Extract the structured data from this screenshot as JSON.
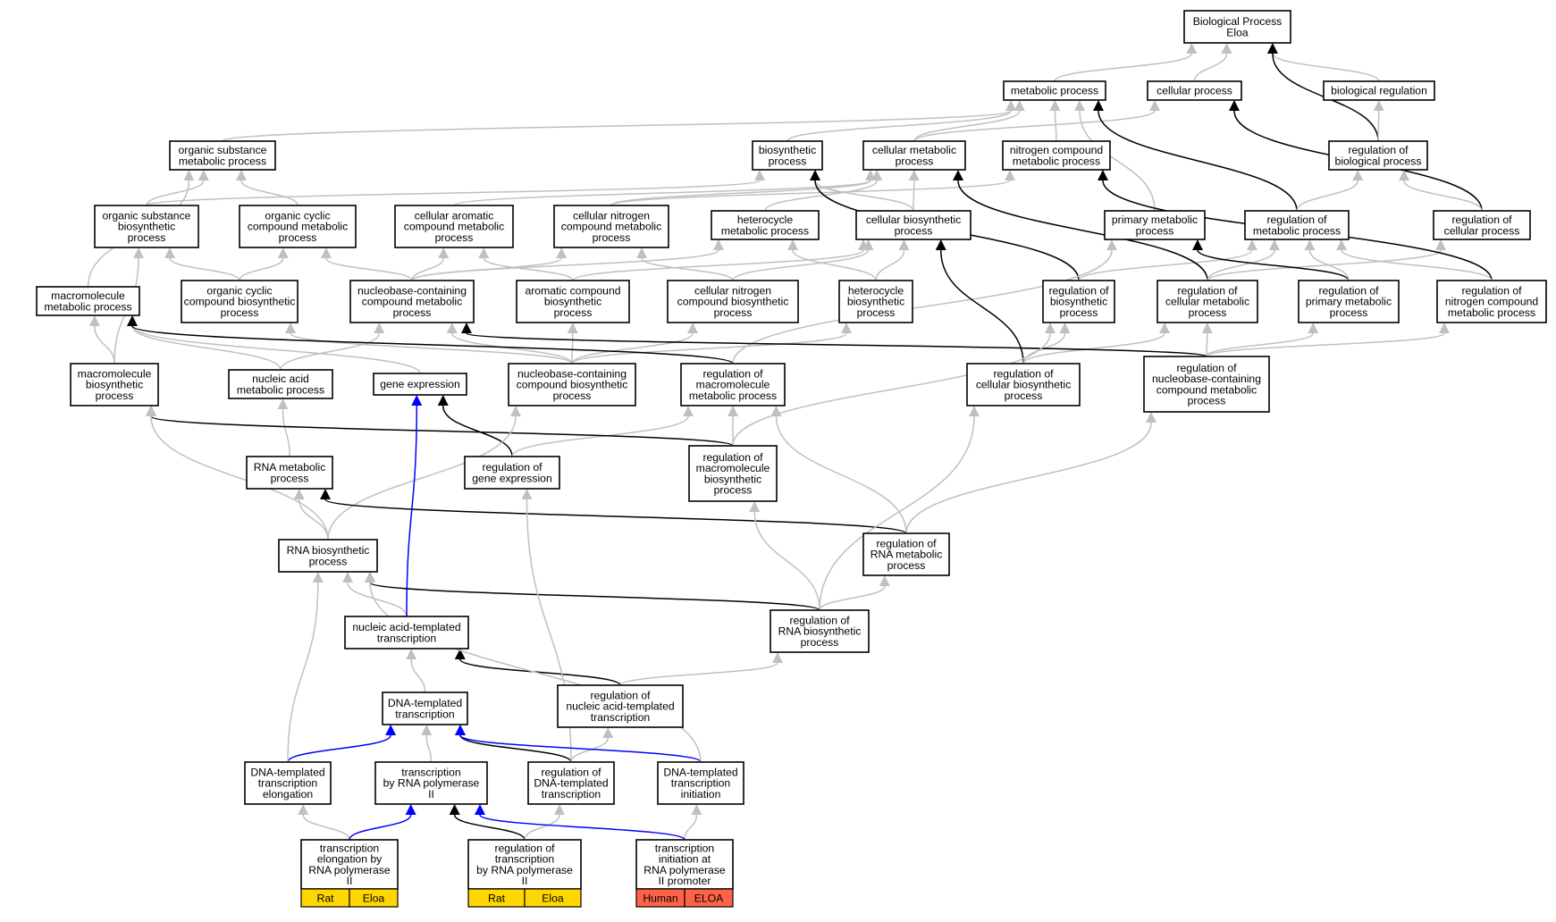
{
  "colors": {
    "gray_edge": "#c0c0c0",
    "black_edge": "#000000",
    "blue_edge": "#0000ff",
    "rat_tag": "#ffd700",
    "human_tag": "#ff6347",
    "node_border": "#000000",
    "node_fill": "#ffffff"
  },
  "nodes": [
    {
      "id": "bp",
      "lines": [
        "Biological Process",
        "Eloa"
      ]
    },
    {
      "id": "mp",
      "lines": [
        "metabolic process"
      ]
    },
    {
      "id": "cp",
      "lines": [
        "cellular process"
      ]
    },
    {
      "id": "br",
      "lines": [
        "biological regulation"
      ]
    },
    {
      "id": "osmp",
      "lines": [
        "organic substance",
        "metabolic process"
      ]
    },
    {
      "id": "bsp",
      "lines": [
        "biosynthetic",
        "process"
      ]
    },
    {
      "id": "cmp",
      "lines": [
        "cellular metabolic",
        "process"
      ]
    },
    {
      "id": "ncmp",
      "lines": [
        "nitrogen compound",
        "metabolic process"
      ]
    },
    {
      "id": "rbp",
      "lines": [
        "regulation of",
        "biological process"
      ]
    },
    {
      "id": "osbp",
      "lines": [
        "organic substance",
        "biosynthetic",
        "process"
      ]
    },
    {
      "id": "occmp",
      "lines": [
        "organic cyclic",
        "compound metabolic",
        "process"
      ]
    },
    {
      "id": "cacmp",
      "lines": [
        "cellular aromatic",
        "compound metabolic",
        "process"
      ]
    },
    {
      "id": "cncmp",
      "lines": [
        "cellular nitrogen",
        "compound metabolic",
        "process"
      ]
    },
    {
      "id": "hmp",
      "lines": [
        "heterocycle",
        "metabolic process"
      ]
    },
    {
      "id": "cbp",
      "lines": [
        "cellular biosynthetic",
        "process"
      ]
    },
    {
      "id": "pmp",
      "lines": [
        "primary metabolic",
        "process"
      ]
    },
    {
      "id": "rmp",
      "lines": [
        "regulation of",
        "metabolic process"
      ]
    },
    {
      "id": "rcp",
      "lines": [
        "regulation of",
        "cellular process"
      ]
    },
    {
      "id": "mmp",
      "lines": [
        "macromolecule",
        "metabolic process"
      ]
    },
    {
      "id": "occbp",
      "lines": [
        "organic cyclic",
        "compound biosynthetic",
        "process"
      ]
    },
    {
      "id": "nbcmp",
      "lines": [
        "nucleobase-containing",
        "compound metabolic",
        "process"
      ]
    },
    {
      "id": "acbp",
      "lines": [
        "aromatic compound",
        "biosynthetic",
        "process"
      ]
    },
    {
      "id": "cncbp",
      "lines": [
        "cellular nitrogen",
        "compound biosynthetic",
        "process"
      ]
    },
    {
      "id": "hbp",
      "lines": [
        "heterocycle",
        "biosynthetic",
        "process"
      ]
    },
    {
      "id": "rbsp",
      "lines": [
        "regulation of",
        "biosynthetic",
        "process"
      ]
    },
    {
      "id": "rcmp",
      "lines": [
        "regulation of",
        "cellular metabolic",
        "process"
      ]
    },
    {
      "id": "rpmp",
      "lines": [
        "regulation of",
        "primary metabolic",
        "process"
      ]
    },
    {
      "id": "rncmp",
      "lines": [
        "regulation of",
        "nitrogen compound",
        "metabolic process"
      ]
    },
    {
      "id": "mbp",
      "lines": [
        "macromolecule",
        "biosynthetic",
        "process"
      ]
    },
    {
      "id": "namp",
      "lines": [
        "nucleic acid",
        "metabolic process"
      ]
    },
    {
      "id": "ge",
      "lines": [
        "gene expression"
      ]
    },
    {
      "id": "nbcbp",
      "lines": [
        "nucleobase-containing",
        "compound biosynthetic",
        "process"
      ]
    },
    {
      "id": "rmmp",
      "lines": [
        "regulation of",
        "macromolecule",
        "metabolic process"
      ]
    },
    {
      "id": "rcbp",
      "lines": [
        "regulation of",
        "cellular biosynthetic",
        "process"
      ]
    },
    {
      "id": "rnbcmp",
      "lines": [
        "regulation of",
        "nucleobase-containing",
        "compound metabolic",
        "process"
      ]
    },
    {
      "id": "rnamp",
      "lines": [
        "RNA metabolic",
        "process"
      ]
    },
    {
      "id": "rge",
      "lines": [
        "regulation of",
        "gene expression"
      ]
    },
    {
      "id": "rmbp",
      "lines": [
        "regulation of",
        "macromolecule",
        "biosynthetic",
        "process"
      ]
    },
    {
      "id": "rnabp",
      "lines": [
        "RNA biosynthetic",
        "process"
      ]
    },
    {
      "id": "rrnamp",
      "lines": [
        "regulation of",
        "RNA metabolic",
        "process"
      ]
    },
    {
      "id": "natt",
      "lines": [
        "nucleic acid-templated",
        "transcription"
      ]
    },
    {
      "id": "rrnabp",
      "lines": [
        "regulation of",
        "RNA biosynthetic",
        "process"
      ]
    },
    {
      "id": "dtt",
      "lines": [
        "DNA-templated",
        "transcription"
      ]
    },
    {
      "id": "rnatt",
      "lines": [
        "regulation of",
        "nucleic acid-templated",
        "transcription"
      ]
    },
    {
      "id": "dtte",
      "lines": [
        "DNA-templated",
        "transcription",
        "elongation"
      ]
    },
    {
      "id": "trp2",
      "lines": [
        "transcription",
        "by RNA polymerase",
        "II"
      ]
    },
    {
      "id": "rdtt",
      "lines": [
        "regulation of",
        "DNA-templated",
        "transcription"
      ]
    },
    {
      "id": "dtti",
      "lines": [
        "DNA-templated",
        "transcription",
        "initiation"
      ]
    },
    {
      "id": "terp2",
      "lines": [
        "transcription",
        "elongation by",
        "RNA polymerase",
        "II"
      ],
      "tags": [
        {
          "label": "Rat",
          "color": "#ffd700"
        },
        {
          "label": "Eloa",
          "color": "#ffd700"
        }
      ]
    },
    {
      "id": "rtrp2",
      "lines": [
        "regulation of",
        "transcription",
        "by RNA polymerase",
        "II"
      ],
      "tags": [
        {
          "label": "Rat",
          "color": "#ffd700"
        },
        {
          "label": "Eloa",
          "color": "#ffd700"
        }
      ]
    },
    {
      "id": "tiarp2",
      "lines": [
        "transcription",
        "initiation at",
        "RNA polymerase",
        "II promoter"
      ],
      "tags": [
        {
          "label": "Human",
          "color": "#ff6347"
        },
        {
          "label": "ELOA",
          "color": "#ff6347"
        }
      ]
    }
  ],
  "edges": [
    {
      "from": "mp",
      "to": "bp",
      "type": "gray"
    },
    {
      "from": "cp",
      "to": "bp",
      "type": "gray"
    },
    {
      "from": "br",
      "to": "bp",
      "type": "gray"
    },
    {
      "from": "rbp",
      "to": "bp",
      "type": "black"
    },
    {
      "from": "rbp",
      "to": "br",
      "type": "gray"
    },
    {
      "from": "osmp",
      "to": "mp",
      "type": "gray"
    },
    {
      "from": "bsp",
      "to": "mp",
      "type": "gray"
    },
    {
      "from": "cmp",
      "to": "mp",
      "type": "gray"
    },
    {
      "from": "cmp",
      "to": "cp",
      "type": "gray"
    },
    {
      "from": "ncmp",
      "to": "mp",
      "type": "gray"
    },
    {
      "from": "pmp",
      "to": "mp",
      "type": "gray"
    },
    {
      "from": "rmp",
      "to": "mp",
      "type": "black"
    },
    {
      "from": "rcp",
      "to": "cp",
      "type": "black"
    },
    {
      "from": "rmp",
      "to": "rbp",
      "type": "gray"
    },
    {
      "from": "rcp",
      "to": "rbp",
      "type": "gray"
    },
    {
      "from": "osbp",
      "to": "osmp",
      "type": "gray"
    },
    {
      "from": "osbp",
      "to": "bsp",
      "type": "gray"
    },
    {
      "from": "occmp",
      "to": "osmp",
      "type": "gray"
    },
    {
      "from": "cacmp",
      "to": "cmp",
      "type": "gray"
    },
    {
      "from": "cncmp",
      "to": "ncmp",
      "type": "gray"
    },
    {
      "from": "cncmp",
      "to": "cmp",
      "type": "gray"
    },
    {
      "from": "hmp",
      "to": "cmp",
      "type": "gray"
    },
    {
      "from": "cbp",
      "to": "bsp",
      "type": "gray"
    },
    {
      "from": "cbp",
      "to": "cmp",
      "type": "gray"
    },
    {
      "from": "mmp",
      "to": "osmp",
      "type": "gray"
    },
    {
      "from": "occbp",
      "to": "occmp",
      "type": "gray"
    },
    {
      "from": "occbp",
      "to": "osbp",
      "type": "gray"
    },
    {
      "from": "nbcmp",
      "to": "occmp",
      "type": "gray"
    },
    {
      "from": "nbcmp",
      "to": "cacmp",
      "type": "gray"
    },
    {
      "from": "nbcmp",
      "to": "cncmp",
      "type": "gray"
    },
    {
      "from": "nbcmp",
      "to": "hmp",
      "type": "gray"
    },
    {
      "from": "acbp",
      "to": "cacmp",
      "type": "gray"
    },
    {
      "from": "acbp",
      "to": "cbp",
      "type": "gray"
    },
    {
      "from": "cncbp",
      "to": "cncmp",
      "type": "gray"
    },
    {
      "from": "cncbp",
      "to": "cbp",
      "type": "gray"
    },
    {
      "from": "hbp",
      "to": "hmp",
      "type": "gray"
    },
    {
      "from": "hbp",
      "to": "cbp",
      "type": "gray"
    },
    {
      "from": "rbsp",
      "to": "bsp",
      "type": "black"
    },
    {
      "from": "rbsp",
      "to": "rmp",
      "type": "gray"
    },
    {
      "from": "rcmp",
      "to": "cmp",
      "type": "black"
    },
    {
      "from": "rcmp",
      "to": "rmp",
      "type": "gray"
    },
    {
      "from": "rcmp",
      "to": "rcp",
      "type": "gray"
    },
    {
      "from": "rpmp",
      "to": "pmp",
      "type": "black"
    },
    {
      "from": "rpmp",
      "to": "rmp",
      "type": "gray"
    },
    {
      "from": "rncmp",
      "to": "ncmp",
      "type": "black"
    },
    {
      "from": "rncmp",
      "to": "rmp",
      "type": "gray"
    },
    {
      "from": "mbp",
      "to": "mmp",
      "type": "gray"
    },
    {
      "from": "mbp",
      "to": "osbp",
      "type": "gray"
    },
    {
      "from": "namp",
      "to": "nbcmp",
      "type": "gray"
    },
    {
      "from": "namp",
      "to": "mmp",
      "type": "gray"
    },
    {
      "from": "ge",
      "to": "mmp",
      "type": "gray"
    },
    {
      "from": "nbcbp",
      "to": "nbcmp",
      "type": "gray"
    },
    {
      "from": "nbcbp",
      "to": "acbp",
      "type": "gray"
    },
    {
      "from": "nbcbp",
      "to": "cncbp",
      "type": "gray"
    },
    {
      "from": "nbcbp",
      "to": "hbp",
      "type": "gray"
    },
    {
      "from": "nbcbp",
      "to": "occbp",
      "type": "gray"
    },
    {
      "from": "rmmp",
      "to": "mmp",
      "type": "black"
    },
    {
      "from": "rmmp",
      "to": "pmp",
      "type": "gray"
    },
    {
      "from": "rcbp",
      "to": "cbp",
      "type": "black"
    },
    {
      "from": "rcbp",
      "to": "rbsp",
      "type": "gray"
    },
    {
      "from": "rcbp",
      "to": "rcmp",
      "type": "gray"
    },
    {
      "from": "rnbcmp",
      "to": "nbcmp",
      "type": "black"
    },
    {
      "from": "rnbcmp",
      "to": "rcmp",
      "type": "gray"
    },
    {
      "from": "rnbcmp",
      "to": "rpmp",
      "type": "gray"
    },
    {
      "from": "rnbcmp",
      "to": "rncmp",
      "type": "gray"
    },
    {
      "from": "rnamp",
      "to": "namp",
      "type": "gray"
    },
    {
      "from": "rge",
      "to": "ge",
      "type": "black"
    },
    {
      "from": "rge",
      "to": "rmmp",
      "type": "gray"
    },
    {
      "from": "rmbp",
      "to": "mbp",
      "type": "black"
    },
    {
      "from": "rmbp",
      "to": "rmmp",
      "type": "gray"
    },
    {
      "from": "rmbp",
      "to": "rbsp",
      "type": "gray"
    },
    {
      "from": "rnabp",
      "to": "rnamp",
      "type": "gray"
    },
    {
      "from": "rnabp",
      "to": "mbp",
      "type": "gray"
    },
    {
      "from": "rnabp",
      "to": "nbcbp",
      "type": "gray"
    },
    {
      "from": "rrnamp",
      "to": "rnamp",
      "type": "black"
    },
    {
      "from": "rrnamp",
      "to": "rmmp",
      "type": "gray"
    },
    {
      "from": "rrnamp",
      "to": "rnbcmp",
      "type": "gray"
    },
    {
      "from": "natt",
      "to": "rnabp",
      "type": "gray"
    },
    {
      "from": "natt",
      "to": "ge",
      "type": "blue"
    },
    {
      "from": "rrnabp",
      "to": "rnabp",
      "type": "black"
    },
    {
      "from": "rrnabp",
      "to": "rrnamp",
      "type": "gray"
    },
    {
      "from": "rrnabp",
      "to": "rmbp",
      "type": "gray"
    },
    {
      "from": "rrnabp",
      "to": "rcbp",
      "type": "gray"
    },
    {
      "from": "dtt",
      "to": "natt",
      "type": "gray"
    },
    {
      "from": "rnatt",
      "to": "natt",
      "type": "black"
    },
    {
      "from": "rnatt",
      "to": "rrnabp",
      "type": "gray"
    },
    {
      "from": "dtte",
      "to": "dtt",
      "type": "blue"
    },
    {
      "from": "dtte",
      "to": "rnabp",
      "type": "gray"
    },
    {
      "from": "trp2",
      "to": "dtt",
      "type": "gray"
    },
    {
      "from": "rdtt",
      "to": "dtt",
      "type": "black"
    },
    {
      "from": "rdtt",
      "to": "rnatt",
      "type": "gray"
    },
    {
      "from": "rdtt",
      "to": "rge",
      "type": "gray"
    },
    {
      "from": "dtti",
      "to": "dtt",
      "type": "blue"
    },
    {
      "from": "dtti",
      "to": "rnabp",
      "type": "gray"
    },
    {
      "from": "terp2",
      "to": "dtte",
      "type": "gray"
    },
    {
      "from": "terp2",
      "to": "trp2",
      "type": "blue"
    },
    {
      "from": "rtrp2",
      "to": "trp2",
      "type": "black"
    },
    {
      "from": "rtrp2",
      "to": "rdtt",
      "type": "gray"
    },
    {
      "from": "tiarp2",
      "to": "dtti",
      "type": "gray"
    },
    {
      "from": "tiarp2",
      "to": "trp2",
      "type": "blue"
    }
  ]
}
